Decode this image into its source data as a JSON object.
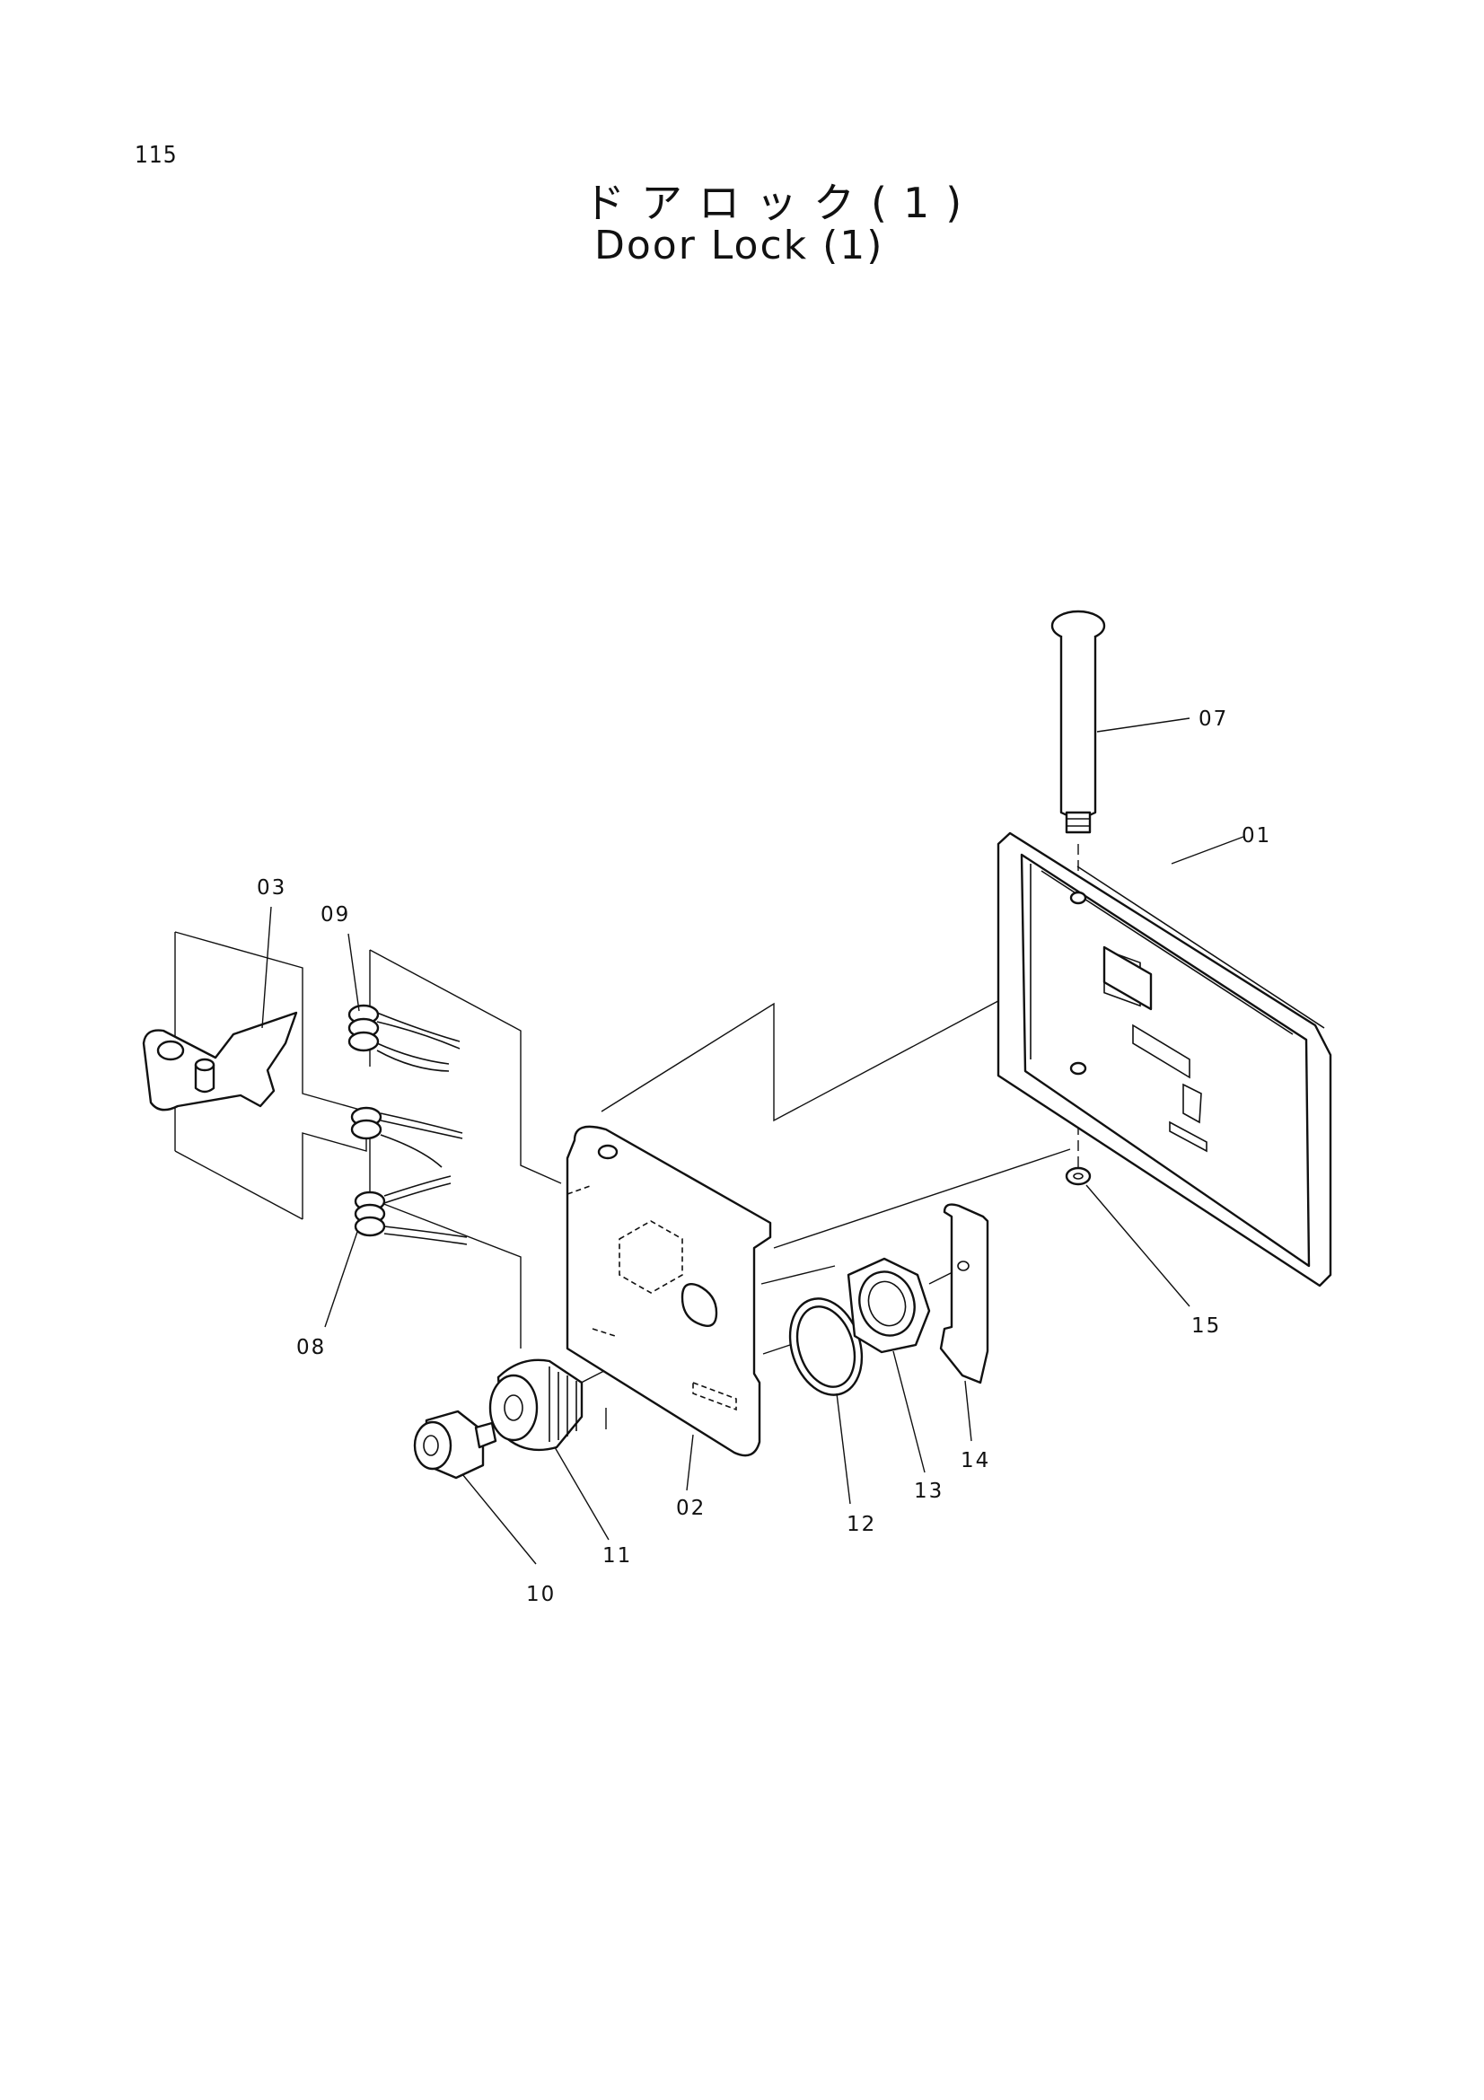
{
  "page": {
    "number": "115"
  },
  "title": {
    "japanese": "ドアロック(1)",
    "english": "Door Lock (1)"
  },
  "parts": [
    {
      "id": "01",
      "label": "01"
    },
    {
      "id": "02",
      "label": "02"
    },
    {
      "id": "03",
      "label": "03"
    },
    {
      "id": "07",
      "label": "07"
    },
    {
      "id": "08",
      "label": "08"
    },
    {
      "id": "09",
      "label": "09"
    },
    {
      "id": "10",
      "label": "10"
    },
    {
      "id": "11",
      "label": "11"
    },
    {
      "id": "12",
      "label": "12"
    },
    {
      "id": "13",
      "label": "13"
    },
    {
      "id": "14",
      "label": "14"
    },
    {
      "id": "15",
      "label": "15"
    }
  ]
}
